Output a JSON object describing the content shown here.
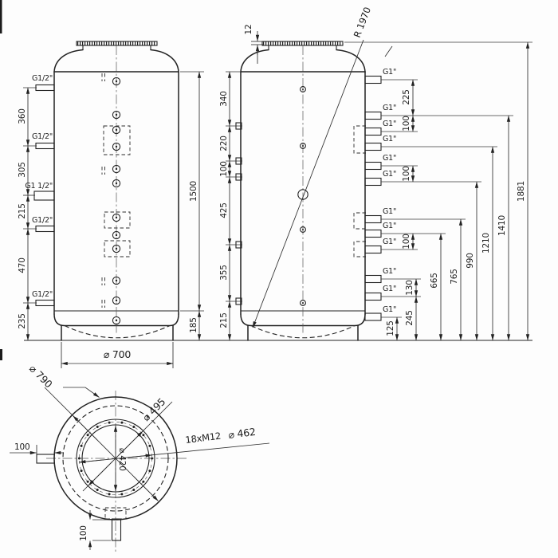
{
  "front_view": {
    "connections": [
      "G1/2\"",
      "G1/2\"",
      "G1 1/2\"",
      "G1/2\"",
      "G1/2\""
    ],
    "spacing_chain": [
      "360",
      "305",
      "215",
      "470",
      "235"
    ],
    "body_height": "1500",
    "bottom_height": "185",
    "diameter": "⌀ 700"
  },
  "side_view": {
    "flange_thickness": "12",
    "bottom_radius": "R 1970",
    "spacing_chain": [
      "340",
      "220",
      "100",
      "425",
      "355",
      "215"
    ],
    "nozzles": [
      "G1\"",
      "G1\"",
      "G1\"",
      "G1\"",
      "G1\"",
      "G1\"",
      "G1\"",
      "G1\"",
      "G1\"",
      "G1\"",
      "G1\"",
      "G1\""
    ],
    "small_dims": [
      "225",
      "100",
      "100",
      "100",
      "130",
      "245",
      "125"
    ],
    "height_dims": [
      "665",
      "765",
      "990",
      "1210",
      "1410",
      "1881"
    ]
  },
  "bottom_view": {
    "outer_diameter": "⌀ 790",
    "flange_diameter": "⌀ 495",
    "bolt_count": "18xM12",
    "bolt_circle_diameter": "⌀ 462",
    "inner_diameter": "⌀ 420",
    "left_nozzle_length": "100",
    "bottom_nozzle_length": "100"
  }
}
